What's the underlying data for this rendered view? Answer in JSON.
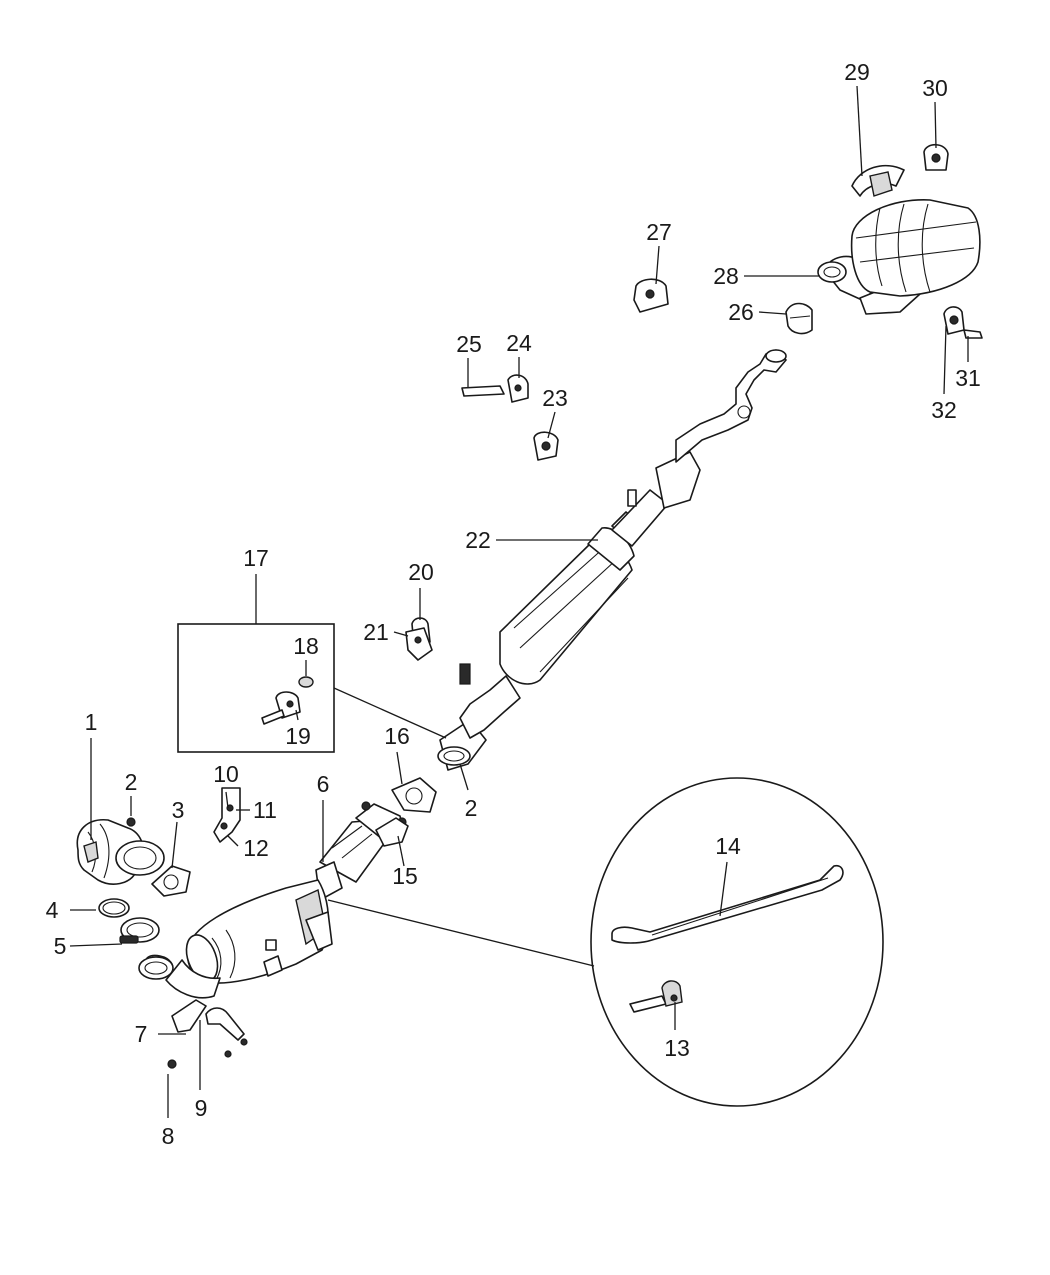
{
  "callouts": {
    "c1": "1",
    "c2a": "2",
    "c2b": "2",
    "c3": "3",
    "c4": "4",
    "c5": "5",
    "c6": "6",
    "c7": "7",
    "c8": "8",
    "c9": "9",
    "c10": "10",
    "c11": "11",
    "c12": "12",
    "c13": "13",
    "c14": "14",
    "c15": "15",
    "c16": "16",
    "c17": "17",
    "c18": "18",
    "c19": "19",
    "c20": "20",
    "c21": "21",
    "c22": "22",
    "c23": "23",
    "c24": "24",
    "c25": "25",
    "c26": "26",
    "c27": "27",
    "c28": "28",
    "c29": "29",
    "c30": "30",
    "c31": "31",
    "c32": "32"
  }
}
